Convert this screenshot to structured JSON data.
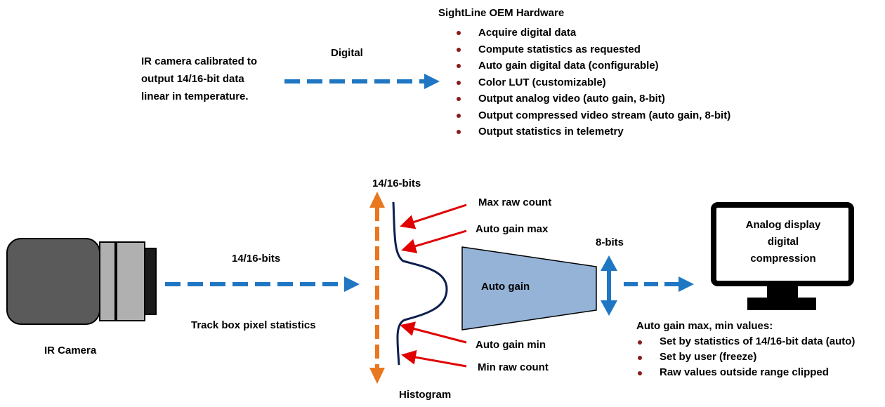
{
  "hardware": {
    "title": "SightLine OEM Hardware",
    "items": [
      "Acquire digital data",
      "Compute statistics as requested",
      "Auto gain digital data (configurable)",
      "Color LUT (customizable)",
      "Output analog video (auto gain, 8-bit)",
      "Output compressed video stream (auto gain, 8-bit)",
      "Output statistics in telemetry"
    ]
  },
  "camera_note": {
    "line1": "IR camera calibrated to",
    "line2": "output 14/16-bit data",
    "line3": "linear in temperature."
  },
  "digital_label": "Digital",
  "bits_in_label": "14/16-bits",
  "track_box_label": "Track box pixel statistics",
  "camera_label": "IR Camera",
  "histogram": {
    "top_label": "14/16-bits",
    "bottom_label": "Histogram",
    "max_raw": "Max raw count",
    "auto_gain_max": "Auto gain max",
    "auto_gain_min": "Auto gain min",
    "min_raw": "Min raw count"
  },
  "auto_gain_label": "Auto gain",
  "eight_bits_label": "8-bits",
  "monitor": {
    "line1": "Analog display",
    "line2": "digital",
    "line3": "compression"
  },
  "auto_gain_values": {
    "title": "Auto gain max, min values:",
    "items": [
      "Set by statistics of 14/16-bit data (auto)",
      "Set by user (freeze)",
      "Raw values outside range clipped"
    ]
  },
  "colors": {
    "blue_arrow": "#1f77c4",
    "orange_arrow": "#e8771e",
    "red_arrow": "#e00000",
    "histogram_curve": "#0d1f4f",
    "auto_gain_fill": "#95b3d7",
    "bullet": "#8b1a1a"
  }
}
